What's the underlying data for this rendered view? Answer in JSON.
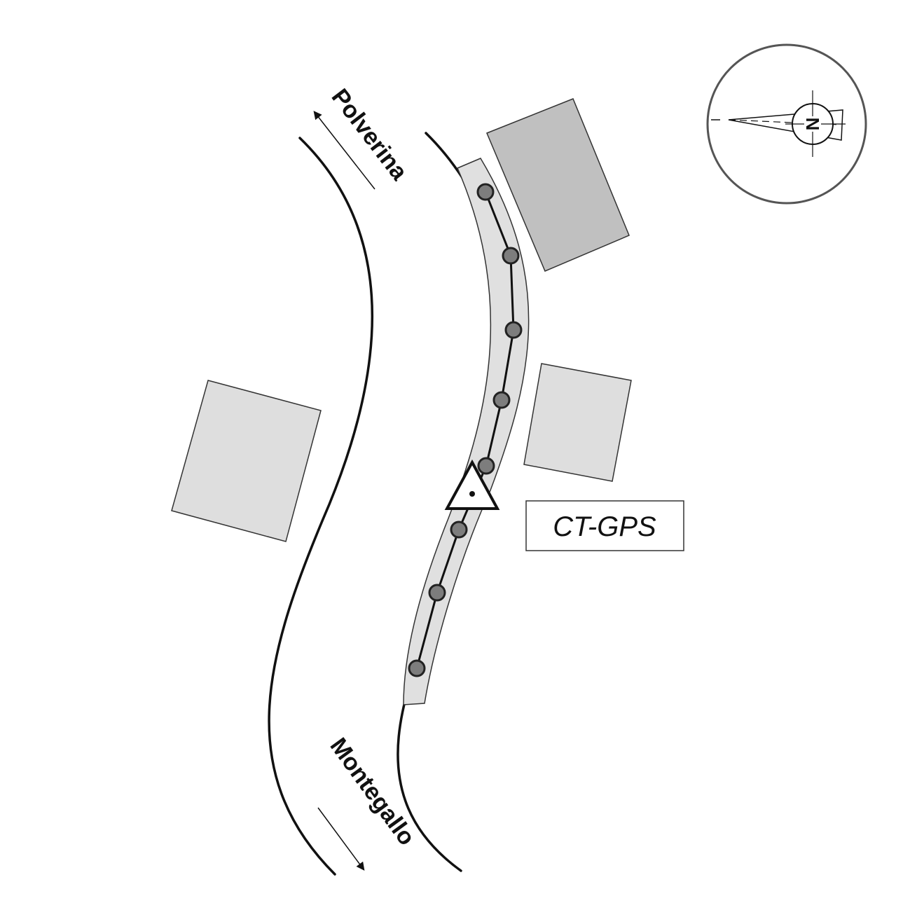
{
  "road_labels": {
    "north": "Polverina",
    "south": "Montegallo"
  },
  "station": {
    "label": "CT-GPS"
  },
  "compass": {
    "letter": "N"
  },
  "colors": {
    "building_dark": "#c0c0c0",
    "building_light": "#dedede",
    "survey_strip": "#e0e0e0",
    "survey_point": "#7d7d7d",
    "line": "#111111",
    "compass_ring": "#555555"
  },
  "survey_points": {
    "count": 8
  }
}
